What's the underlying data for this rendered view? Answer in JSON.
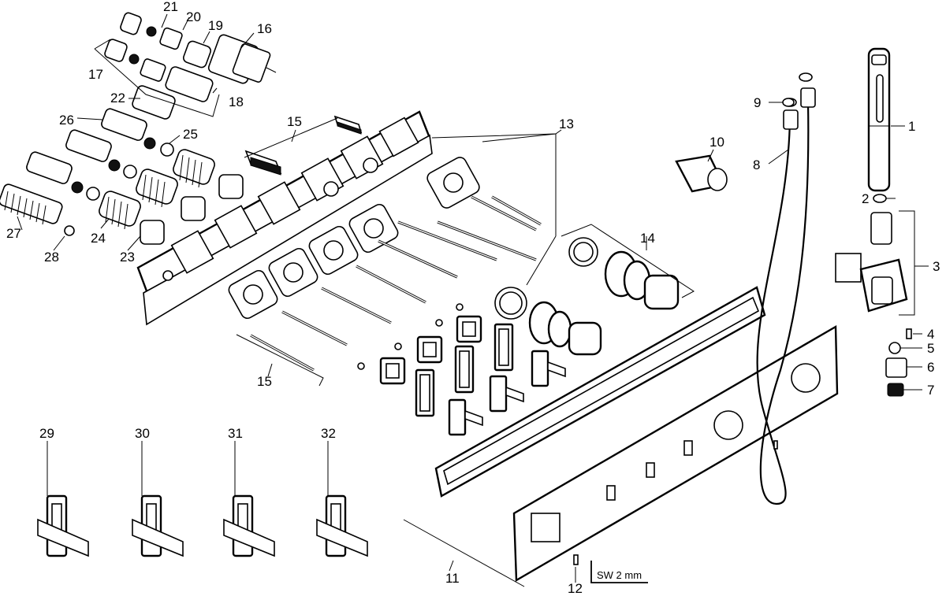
{
  "labels": {
    "l1": "1",
    "l2": "2",
    "l3": "3",
    "l4": "4",
    "l5": "5",
    "l6": "6",
    "l7": "7",
    "l8": "8",
    "l9": "9",
    "l10": "10",
    "l11": "11",
    "l12": "12",
    "l13": "13",
    "l14": "14",
    "l15a": "15",
    "l15b": "15",
    "l16": "16",
    "l17": "17",
    "l18": "18",
    "l19": "19",
    "l20": "20",
    "l21": "21",
    "l22": "22",
    "l23": "23",
    "l24": "24",
    "l25": "25",
    "l26": "26",
    "l27": "27",
    "l28": "28",
    "l29": "29",
    "l30": "30",
    "l31": "31",
    "l32": "32"
  },
  "tool_note": "SW 2 mm"
}
